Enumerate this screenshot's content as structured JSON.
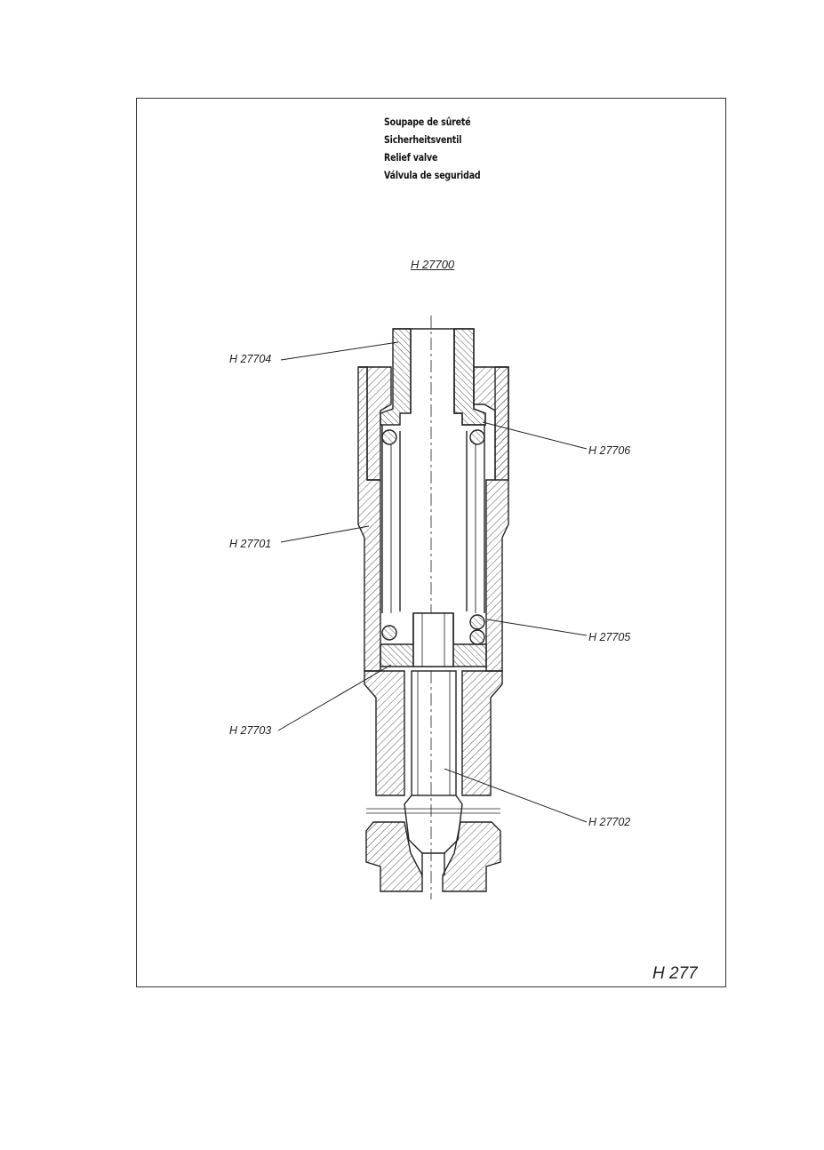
{
  "titles": [
    "Soupape de sûreté",
    "Sicherheitsventil",
    "Relief valve",
    "Válvula de seguridad"
  ],
  "assembly_ref": "H 27700",
  "part_labels": {
    "h27704": "H 27704",
    "h27706": "H 27706",
    "h27701": "H 27701",
    "h27705": "H 27705",
    "h27703": "H 27703",
    "h27702": "H 27702"
  },
  "page_id": "H 277",
  "colors": {
    "line": "#222222",
    "hatch": "#555555",
    "frame": "#333333"
  }
}
